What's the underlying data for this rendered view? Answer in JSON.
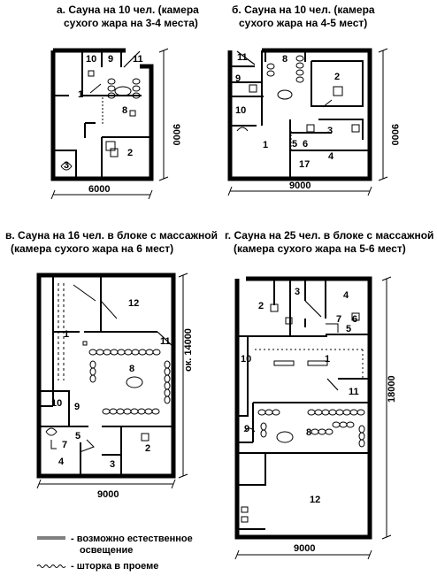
{
  "plans": [
    {
      "caption": [
        "а. Сауна на 10 чел. (камера",
        "сухого жара на 3-4 места)"
      ],
      "width_label": "6000",
      "height_label": "9000",
      "rooms": [
        "10",
        "9",
        "11",
        "1",
        "8",
        "2",
        "3"
      ]
    },
    {
      "caption": [
        "б. Сауна на 10 чел. (камера",
        "сухого жара на 4-5 мест)"
      ],
      "width_label": "9000",
      "height_label": "9000",
      "rooms": [
        "11",
        "8",
        "2",
        "9",
        "10",
        "1",
        "5",
        "6",
        "3",
        "17",
        "4"
      ]
    },
    {
      "caption": [
        "в. Сауна на 16 чел. в блоке с массажной",
        "(камера сухого жара на 6 мест)"
      ],
      "width_label": "9000",
      "height_label": "ок. 14000",
      "rooms": [
        "12",
        "1",
        "11",
        "8",
        "10",
        "9",
        "5",
        "7",
        "4",
        "3",
        "2"
      ]
    },
    {
      "caption": [
        "г. Сауна на 25 чел. в блоке с массажной",
        "(камера сухого жара на 5-6 мест)"
      ],
      "width_label": "9000",
      "height_label": "18000",
      "rooms": [
        "3",
        "4",
        "2",
        "7",
        "6",
        "5",
        "1",
        "10",
        "11",
        "9",
        "8",
        "12"
      ]
    }
  ],
  "legend": {
    "light": [
      "- возможно естественное",
      "освещение"
    ],
    "curtain": "- шторка в проеме"
  }
}
